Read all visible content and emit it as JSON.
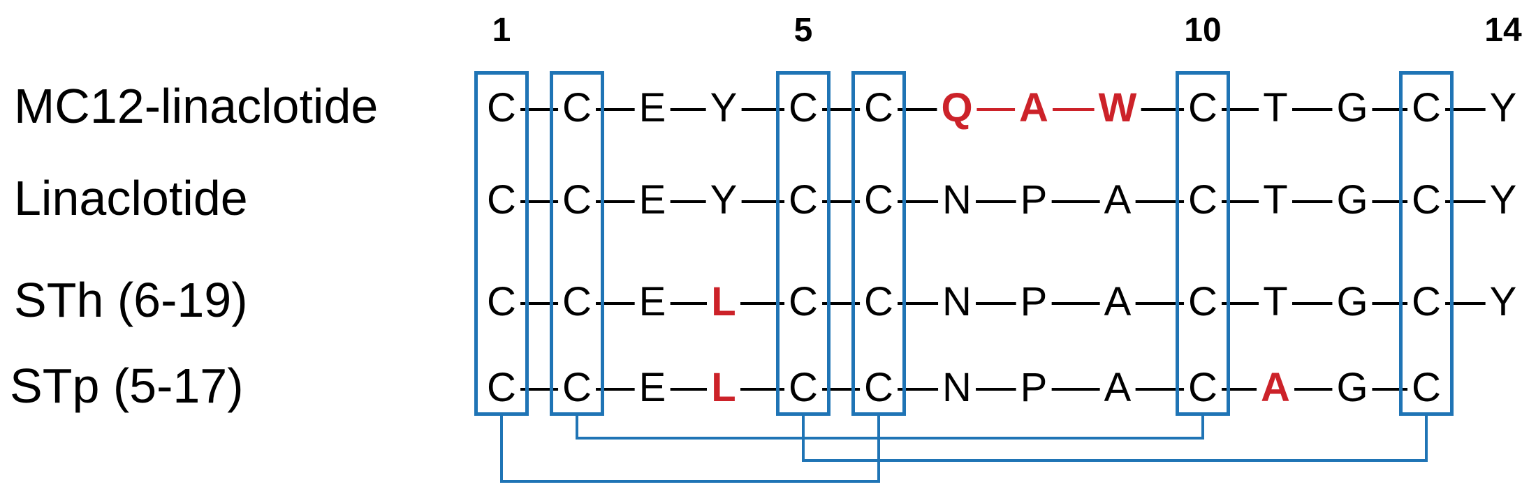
{
  "positions": [
    {
      "label": "1",
      "col": 0
    },
    {
      "label": "5",
      "col": 4
    },
    {
      "label": "10",
      "col": 9
    },
    {
      "label": "14",
      "col": 13
    }
  ],
  "colors": {
    "default": "#000000",
    "highlight": "#cc2229",
    "box": "#1f74b5"
  },
  "boxed_columns": [
    0,
    1,
    4,
    5,
    9,
    12
  ],
  "rows": [
    {
      "label": "MC12-linaclotide",
      "residues": [
        "C",
        "C",
        "E",
        "Y",
        "C",
        "C",
        "Q",
        "A",
        "W",
        "C",
        "T",
        "G",
        "C",
        "Y"
      ],
      "highlight": [
        6,
        7,
        8
      ]
    },
    {
      "label": "Linaclotide",
      "residues": [
        "C",
        "C",
        "E",
        "Y",
        "C",
        "C",
        "N",
        "P",
        "A",
        "C",
        "T",
        "G",
        "C",
        "Y"
      ],
      "highlight": []
    },
    {
      "label": "STh (6-19)",
      "residues": [
        "C",
        "C",
        "E",
        "L",
        "C",
        "C",
        "N",
        "P",
        "A",
        "C",
        "T",
        "G",
        "C",
        "Y"
      ],
      "highlight": [
        3
      ]
    },
    {
      "label": "STp (5-17)",
      "residues": [
        "C",
        "C",
        "E",
        "L",
        "C",
        "C",
        "N",
        "P",
        "A",
        "C",
        "A",
        "G",
        "C"
      ],
      "highlight": [
        3,
        10
      ]
    }
  ],
  "disulfide_bonds": [
    [
      0,
      5
    ],
    [
      1,
      9
    ],
    [
      4,
      12
    ]
  ]
}
